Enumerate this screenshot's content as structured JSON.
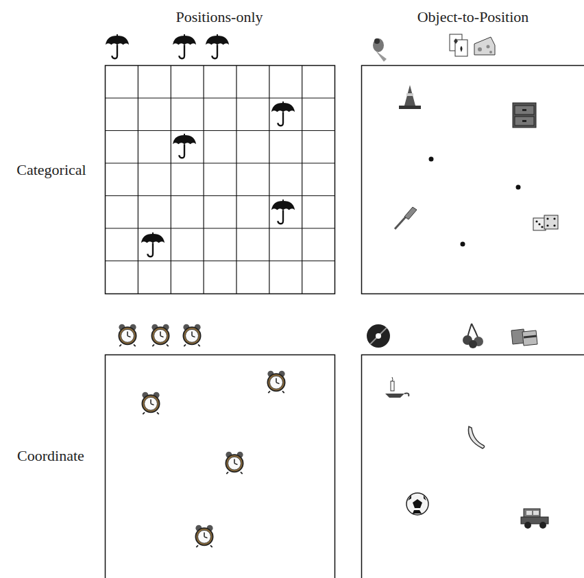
{
  "diagram": {
    "labels": [
      "Positions-only",
      "Object-to-Position",
      "Categorical",
      "Coordinate"
    ]
  }
}
